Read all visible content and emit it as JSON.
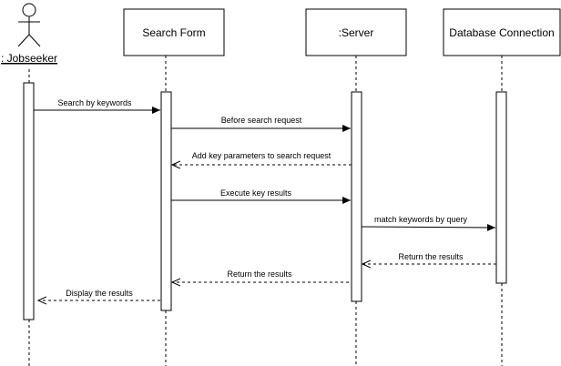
{
  "actor": {
    "label": ": Jobseeker"
  },
  "participants": [
    {
      "id": "search-form",
      "label": "Search Form"
    },
    {
      "id": "server",
      "label": ":Server"
    },
    {
      "id": "database",
      "label": "Database Connection"
    }
  ],
  "messages": [
    {
      "text": "Search by keywords",
      "style": "solid"
    },
    {
      "text": "Before search request",
      "style": "solid"
    },
    {
      "text": "Add key parameters to search request",
      "style": "dashed"
    },
    {
      "text": "Execute key results",
      "style": "solid"
    },
    {
      "text": "match keywords by query",
      "style": "solid"
    },
    {
      "text": "Return the results",
      "style": "dashed"
    },
    {
      "text": "Return the results",
      "style": "dashed"
    },
    {
      "text": "Display the results",
      "style": "dashed"
    }
  ],
  "colors": {
    "line": "#000000",
    "background": "#ffffff"
  }
}
